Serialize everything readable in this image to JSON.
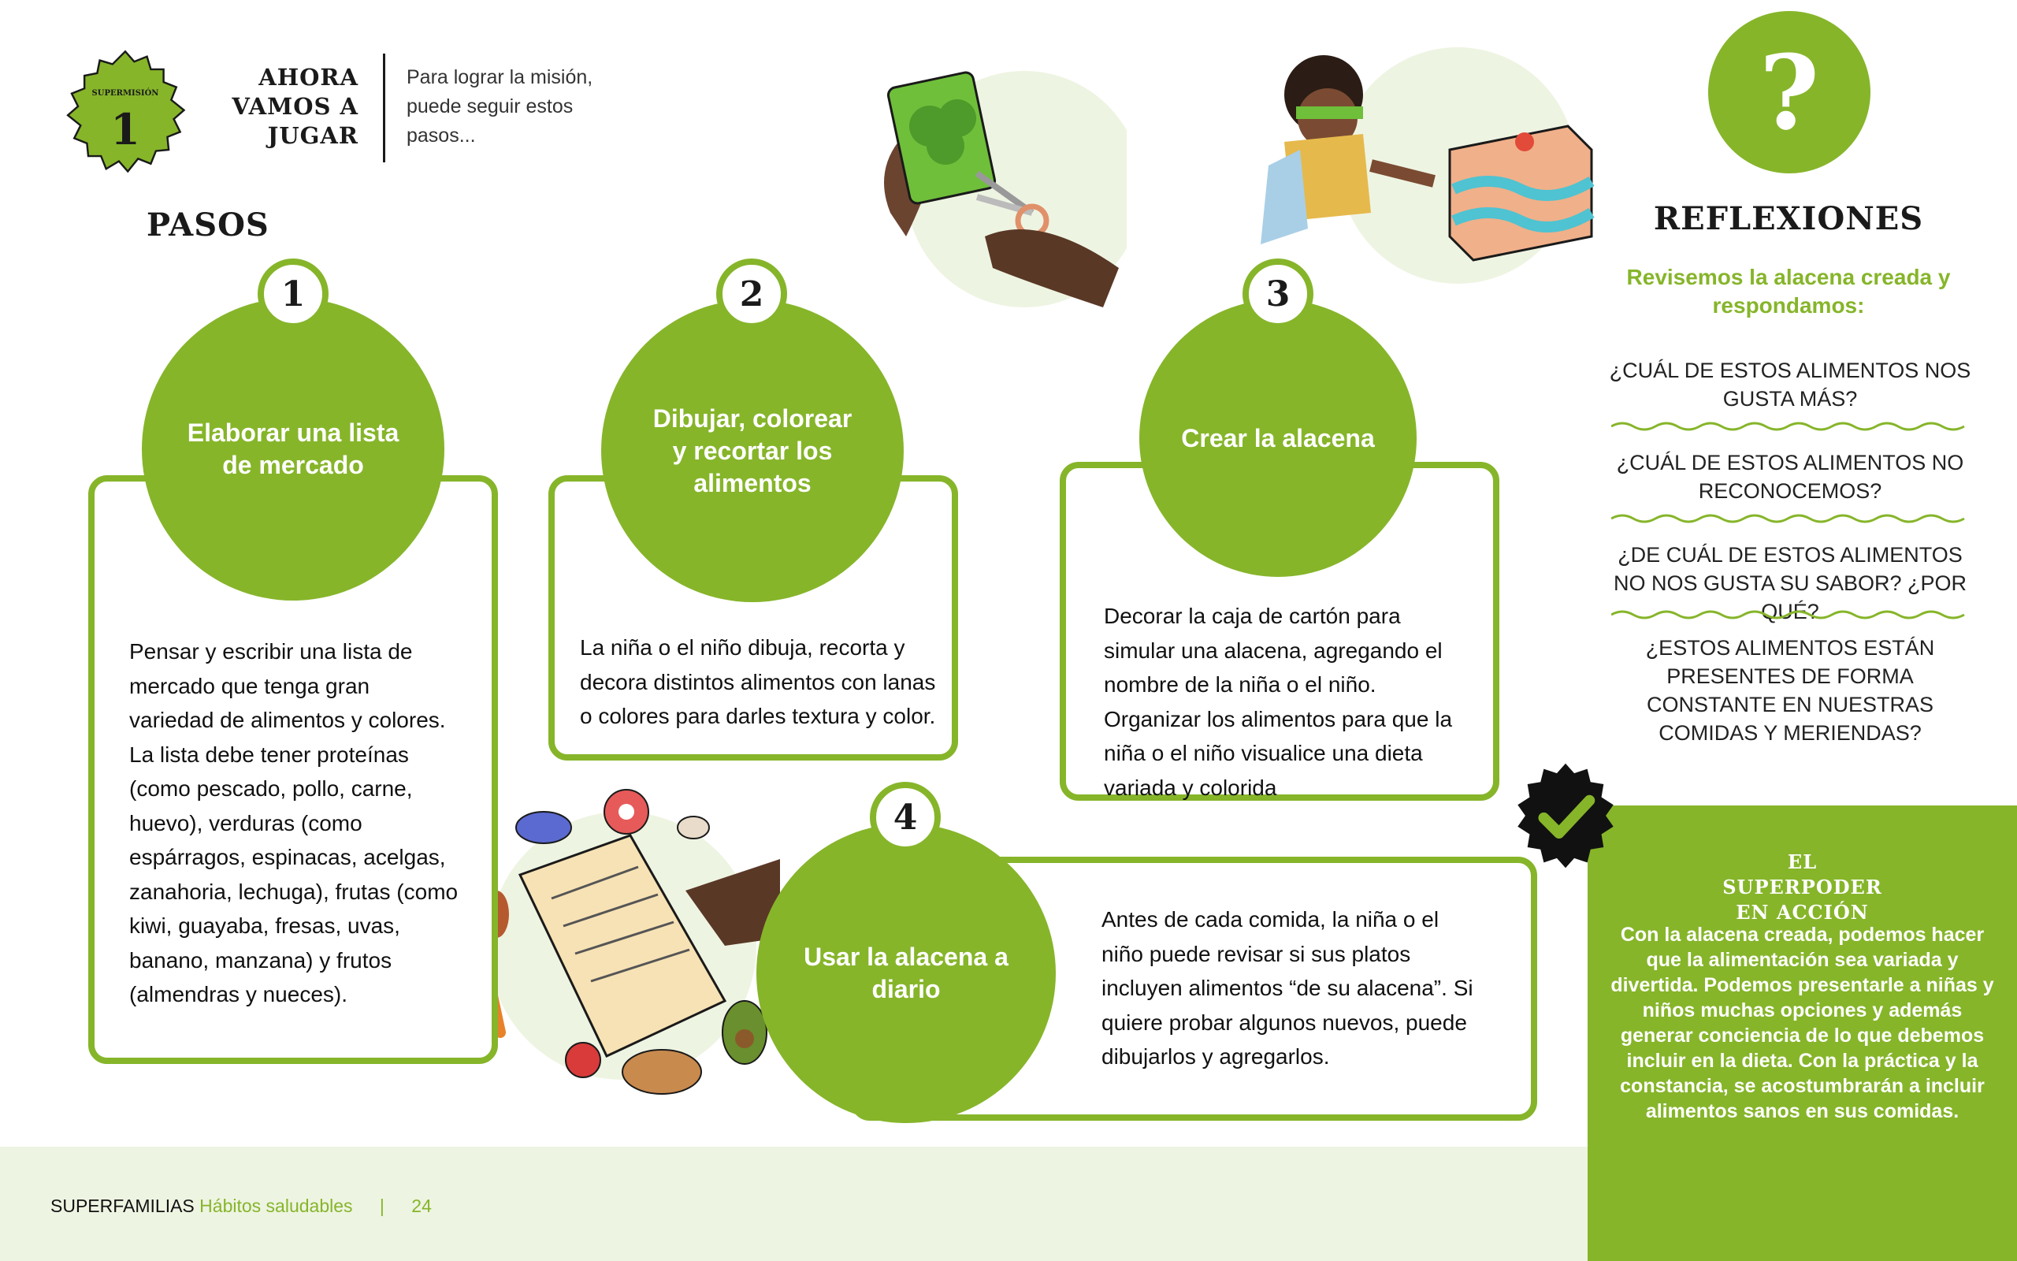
{
  "colors": {
    "accent": "#86b52a",
    "footer_bg": "#eef4e2",
    "text": "#1a1a1a"
  },
  "header": {
    "badge_label": "SUPERMISIÓN",
    "badge_number": "1",
    "title": "AHORA VAMOS A JUGAR",
    "subtitle": "Para lograr la misión, puede seguir estos pasos...",
    "section_title": "PASOS"
  },
  "steps": [
    {
      "number": "1",
      "title": "Elaborar una lista de mercado",
      "text": "Pensar y escribir una lista de mercado que tenga gran variedad de alimentos y colores. La lista debe tener proteínas (como pescado, pollo, carne, huevo), verduras (como espárragos, espinacas, acelgas, zanahoria, lechuga), frutas (como kiwi, guayaba, fresas, uvas, banano, manzana) y frutos (almendras y nueces)."
    },
    {
      "number": "2",
      "title": "Dibujar, colorear y recortar los alimentos",
      "text": "La niña o el niño dibuja, recorta y decora distintos alimentos con lanas o colores para darles textura y color."
    },
    {
      "number": "3",
      "title": "Crear la alacena",
      "text": "Decorar la caja de cartón para simular una alacena, agregando el nombre de la niña o el niño. Organizar los alimentos para que la niña o el niño visualice una dieta variada y colorida"
    },
    {
      "number": "4",
      "title": "Usar la alacena a diario",
      "text": "Antes de cada comida, la niña o el niño puede revisar si sus platos incluyen alimentos “de su alacena”. Si quiere probar algunos nuevos, puede dibujarlos y agregarlos."
    }
  ],
  "reflexiones": {
    "icon": "question-mark-icon",
    "icon_glyph": "?",
    "title": "REFLEXIONES",
    "subtitle": "Revisemos la alacena creada y respondamos:",
    "questions": [
      "¿CUÁL DE ESTOS ALIMENTOS NOS GUSTA MÁS?",
      "¿CUÁL DE ESTOS ALIMENTOS NO RECONOCEMOS?",
      "¿DE CUÁL DE ESTOS ALIMENTOS NO NOS GUSTA SU SABOR? ¿POR QUÉ?",
      "¿ESTOS ALIMENTOS ESTÁN PRESENTES DE FORMA CONSTANTE EN NUESTRAS COMIDAS Y MERIENDAS?"
    ]
  },
  "superpoder": {
    "title": "EL SUPERPODER EN ACCIÓN",
    "text": "Con la alacena creada, podemos hacer que la alimentación sea variada y divertida. Podemos presentarle a niñas y niños muchas opciones y además generar conciencia de lo que debemos incluir en la dieta. Con la práctica y la constancia, se acostumbrarán a incluir alimentos sanos en sus comidas."
  },
  "footer": {
    "brand": "SUPERFAMILIAS",
    "section": "Hábitos saludables",
    "separator": "|",
    "page": "24"
  }
}
